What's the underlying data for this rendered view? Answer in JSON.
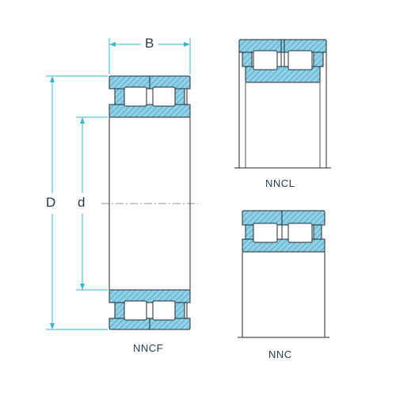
{
  "colors": {
    "line": "#1f2a33",
    "fill": "#8fd1e6",
    "hatch": "#4a9ab5",
    "dimension": "#39b3d9",
    "text": "#1f3a4d"
  },
  "dimensions": {
    "width_label": "B",
    "outer_diameter_label": "D",
    "bore_diameter_label": "d"
  },
  "variants": [
    {
      "name": "NNCF"
    },
    {
      "name": "NNCL"
    },
    {
      "name": "NNC"
    }
  ]
}
